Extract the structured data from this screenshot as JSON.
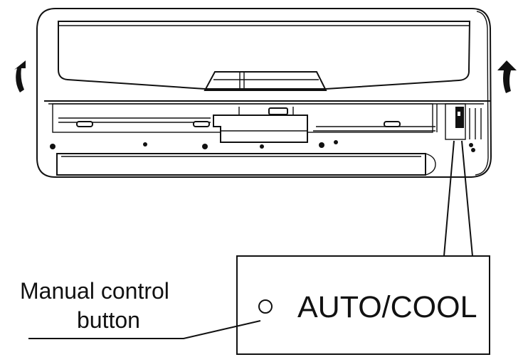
{
  "callout": {
    "label_line1": "Manual control",
    "label_line2": "button",
    "mode_text": "AUTO/COOL"
  },
  "icons": {
    "airflow_left": "curved-up-arrow",
    "airflow_right": "curved-up-arrow",
    "manual_button": "small-circle"
  },
  "colors": {
    "line": "#111111",
    "background": "#ffffff"
  }
}
